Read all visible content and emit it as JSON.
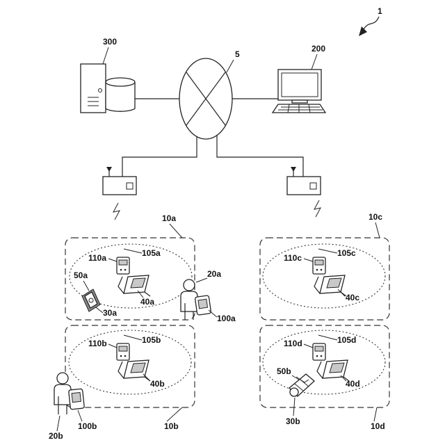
{
  "labels": {
    "system": "1",
    "network": "5",
    "server": "300",
    "terminal": "200",
    "zone_a": "10a",
    "zone_b": "10b",
    "zone_c": "10c",
    "zone_d": "10d",
    "person_a": "20a",
    "person_b": "20b",
    "sensor_a": "30a",
    "sensor_b": "30b",
    "unit_a": "40a",
    "unit_b": "40b",
    "unit_c": "40c",
    "unit_d": "40d",
    "device_a": "50a",
    "device_b": "50b",
    "handheld_a": "100a",
    "handheld_b": "100b",
    "area_a": "105a",
    "area_b": "105b",
    "area_c": "105c",
    "area_d": "105d",
    "beacon_a": "110a",
    "beacon_b": "110b",
    "beacon_c": "110c",
    "beacon_d": "110d"
  }
}
